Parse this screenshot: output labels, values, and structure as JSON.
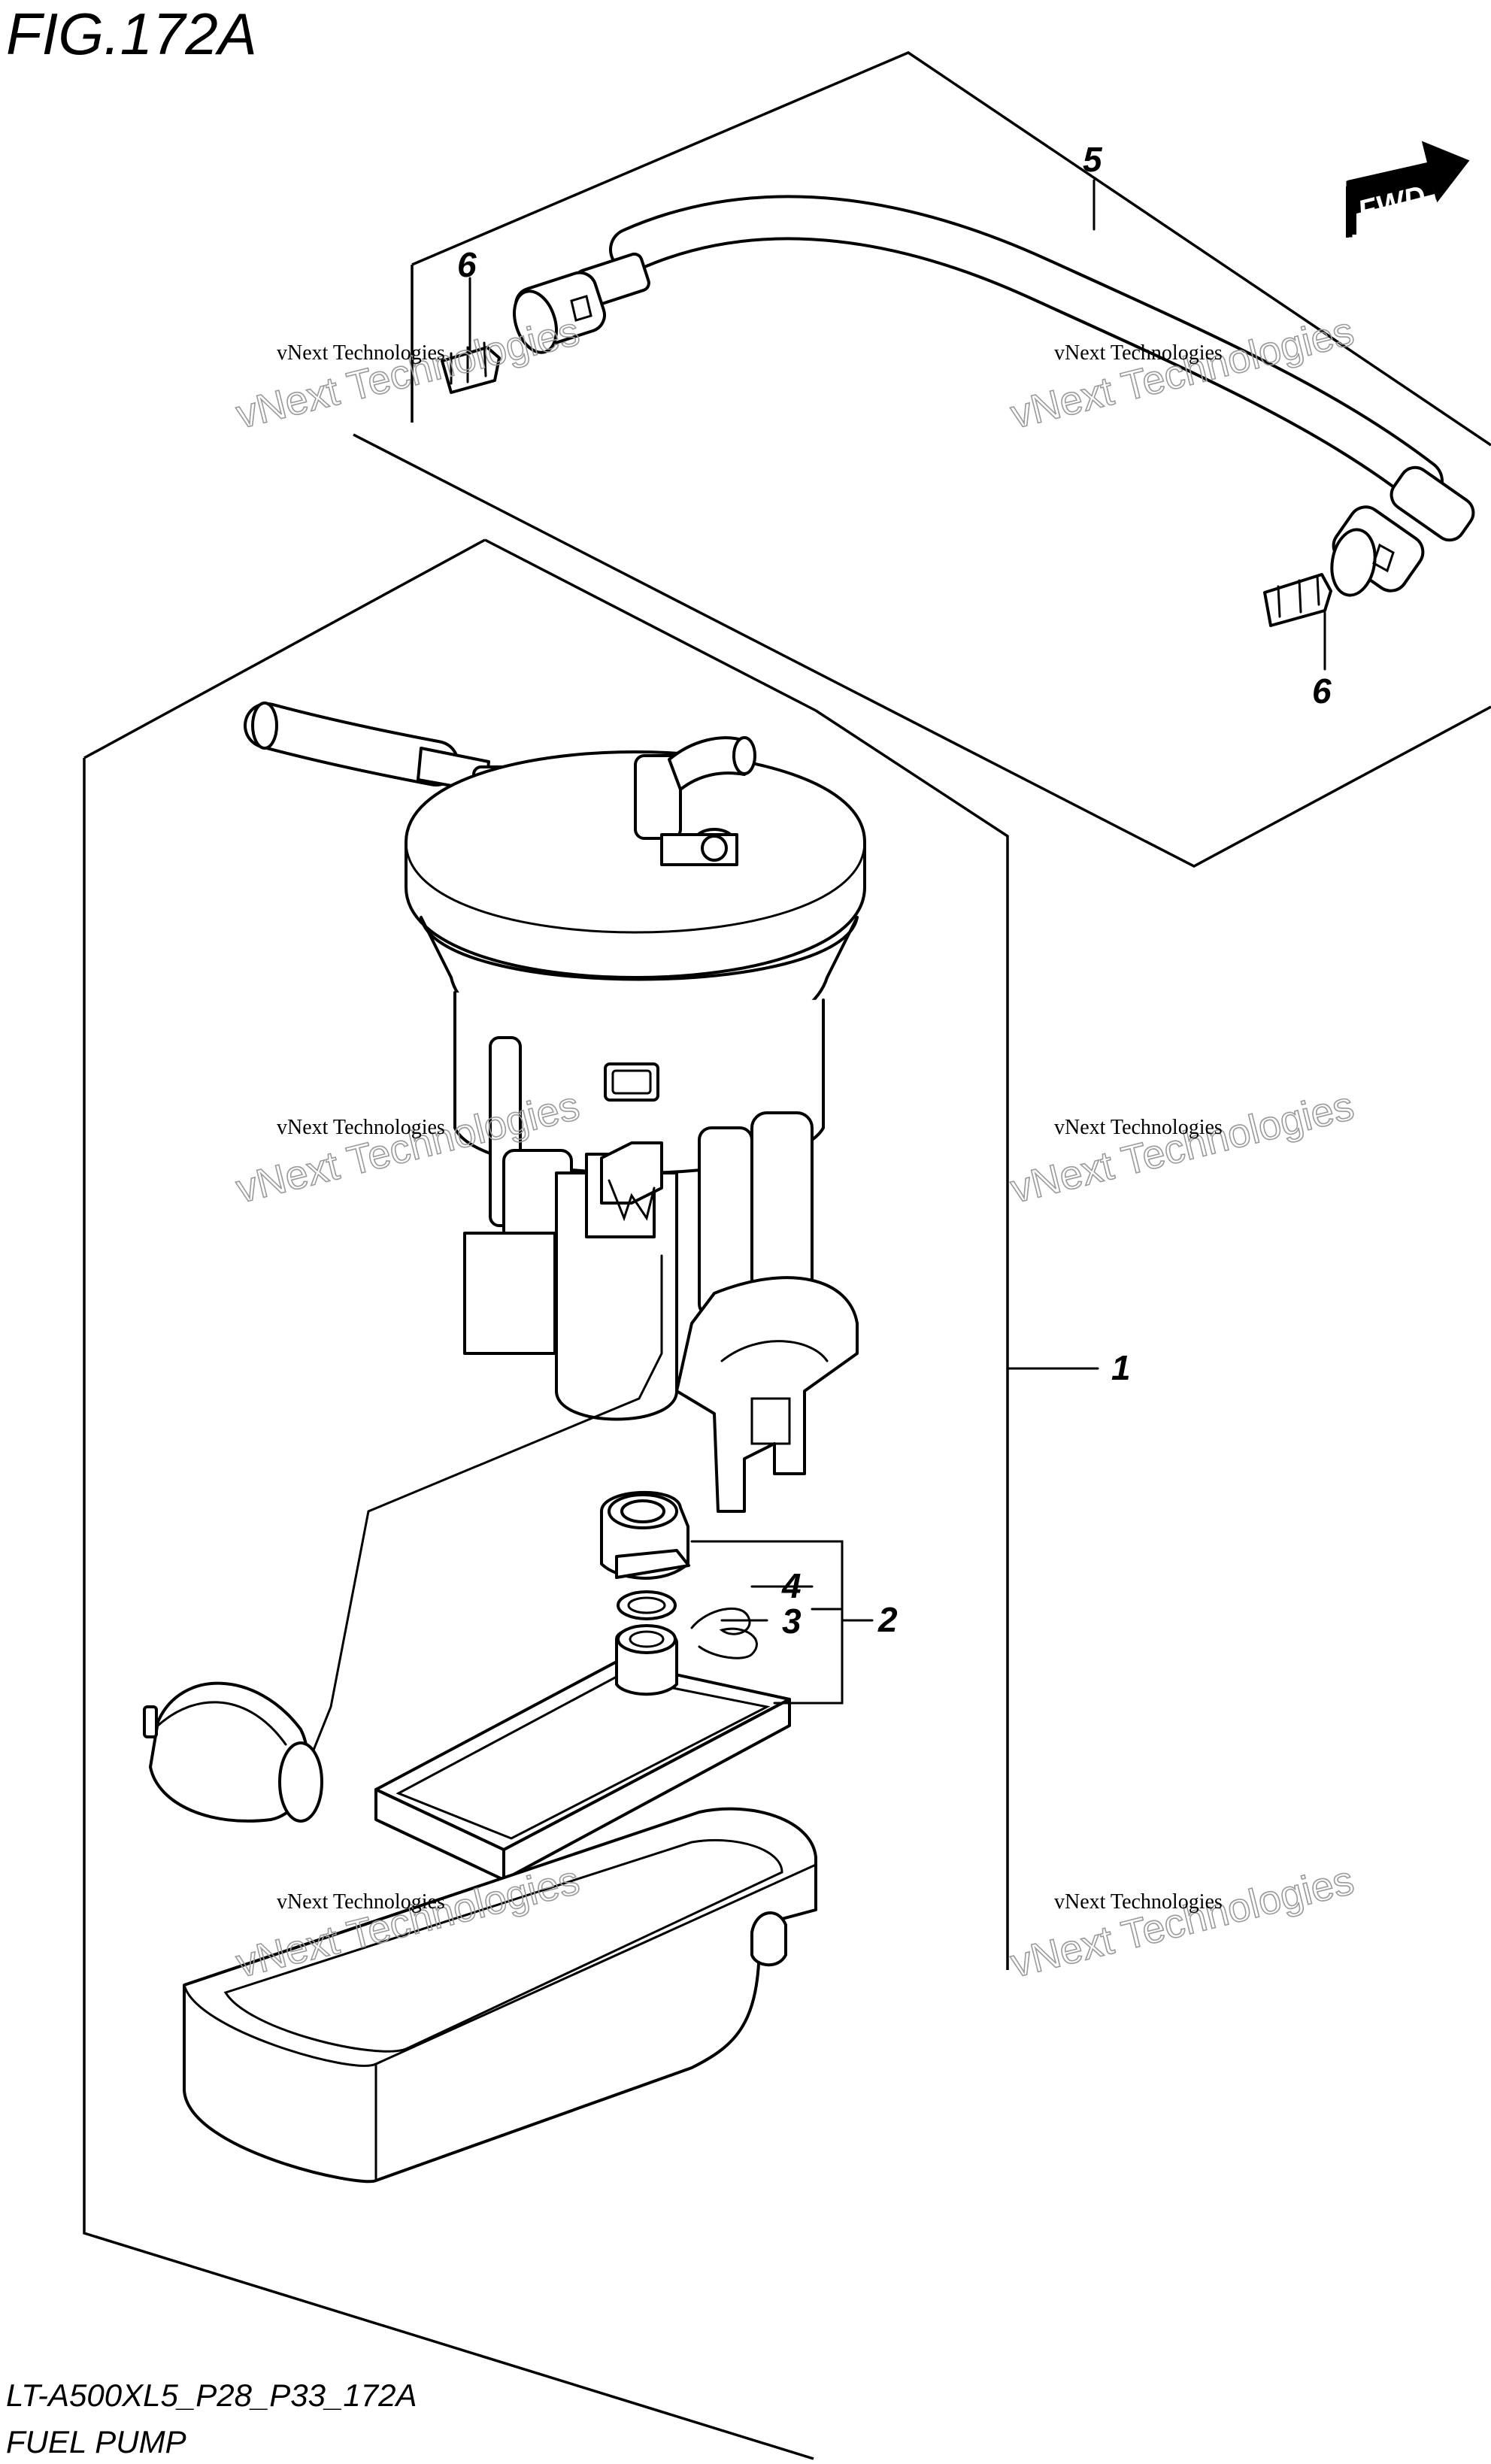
{
  "figure": {
    "title": "FIG.172A",
    "model_code": "LT-A500XL5_P28_P33_172A",
    "name": "FUEL PUMP"
  },
  "direction_badge": "FWD",
  "callouts": [
    "1",
    "2",
    "3",
    "4",
    "5",
    "6",
    "6"
  ],
  "watermark": {
    "small": "vNext Technologies",
    "large": "vNext Technologies"
  }
}
